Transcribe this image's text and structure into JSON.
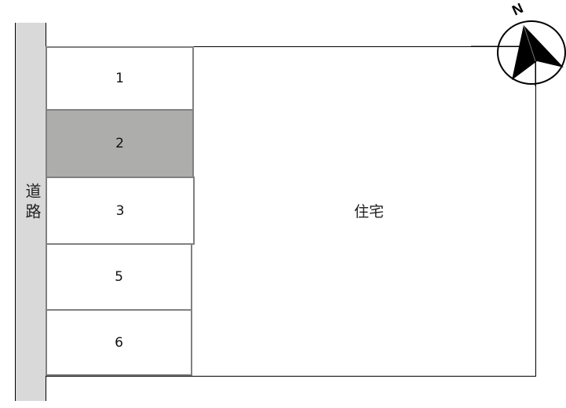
{
  "diagram": {
    "type": "site-plan",
    "road": {
      "label": "道路",
      "fill": "#d9d9d9"
    },
    "house": {
      "label": "住宅"
    },
    "lots": [
      {
        "id": "1",
        "label": "1",
        "highlighted": false,
        "fill": "#ffffff"
      },
      {
        "id": "2",
        "label": "2",
        "highlighted": true,
        "fill": "#adadab"
      },
      {
        "id": "3",
        "label": "3",
        "highlighted": false,
        "fill": "#ffffff"
      },
      {
        "id": "5",
        "label": "5",
        "highlighted": false,
        "fill": "#ffffff"
      },
      {
        "id": "6",
        "label": "6",
        "highlighted": false,
        "fill": "#ffffff"
      }
    ],
    "compass": {
      "label": "N",
      "icon": "north-arrow-icon"
    },
    "colors": {
      "lot_border": "#808080",
      "outline": "#000000"
    }
  }
}
